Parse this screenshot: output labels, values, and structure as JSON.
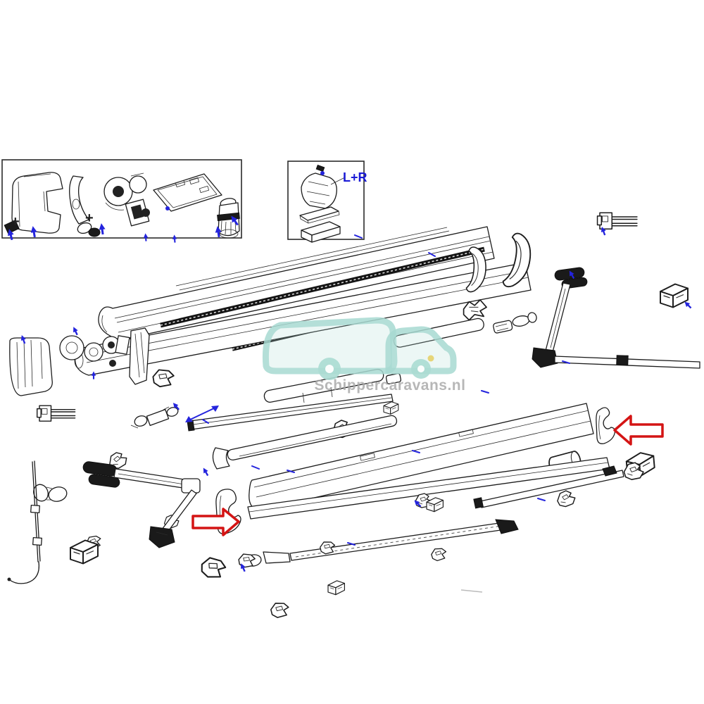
{
  "diagram": {
    "type": "exploded-parts-diagram",
    "subject": "awning spare parts exploded view",
    "inset_label": "L+R",
    "plus_marks": [
      "+",
      "+"
    ],
    "watermark": {
      "text": "Schippercaravans.nl",
      "logo": "caravan-and-car-logo"
    },
    "colors": {
      "background": "#ffffff",
      "line_art": "#1c1c1c",
      "blue_marker": "#2424dd",
      "red_highlight_arrow": "#d41414",
      "watermark_teal": "#a8dad2",
      "watermark_text_gray": "#a6a6a6",
      "yellow_marker": "#e6d06a"
    },
    "markers": {
      "red_arrow_count": 2
    }
  }
}
